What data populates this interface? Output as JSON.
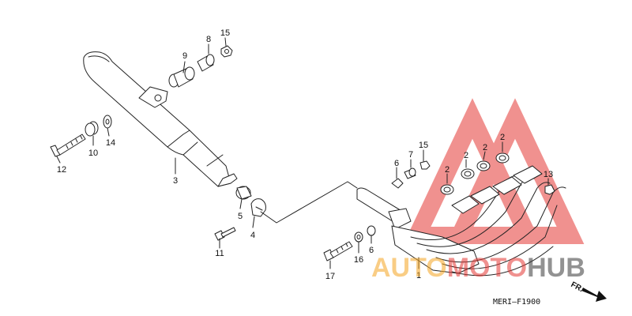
{
  "callouts": [
    {
      "id": "c2a",
      "text": "2"
    },
    {
      "id": "c2b",
      "text": "2"
    },
    {
      "id": "c2c",
      "text": "2"
    },
    {
      "id": "c2d",
      "text": "2"
    },
    {
      "id": "c1",
      "text": "1"
    },
    {
      "id": "c3",
      "text": "3"
    },
    {
      "id": "c4",
      "text": "4"
    },
    {
      "id": "c5",
      "text": "5"
    },
    {
      "id": "c6a",
      "text": "6"
    },
    {
      "id": "c6b",
      "text": "6"
    },
    {
      "id": "c7",
      "text": "7"
    },
    {
      "id": "c8",
      "text": "8"
    },
    {
      "id": "c9",
      "text": "9"
    },
    {
      "id": "c10",
      "text": "10"
    },
    {
      "id": "c11",
      "text": "11"
    },
    {
      "id": "c12",
      "text": "12"
    },
    {
      "id": "c13",
      "text": "13"
    },
    {
      "id": "c14",
      "text": "14"
    },
    {
      "id": "c15a",
      "text": "15"
    },
    {
      "id": "c15b",
      "text": "15"
    },
    {
      "id": "c16",
      "text": "16"
    },
    {
      "id": "c17",
      "text": "17"
    }
  ],
  "diagram_code": "MERI—F1900",
  "direction_label": "FR.",
  "watermark": {
    "text_orange": "AUTO",
    "text_red": "MOTO",
    "text_dark": "HUB",
    "colors": {
      "orange": "#f5a623",
      "red": "#e53935",
      "dark": "#3a3a3a"
    }
  }
}
